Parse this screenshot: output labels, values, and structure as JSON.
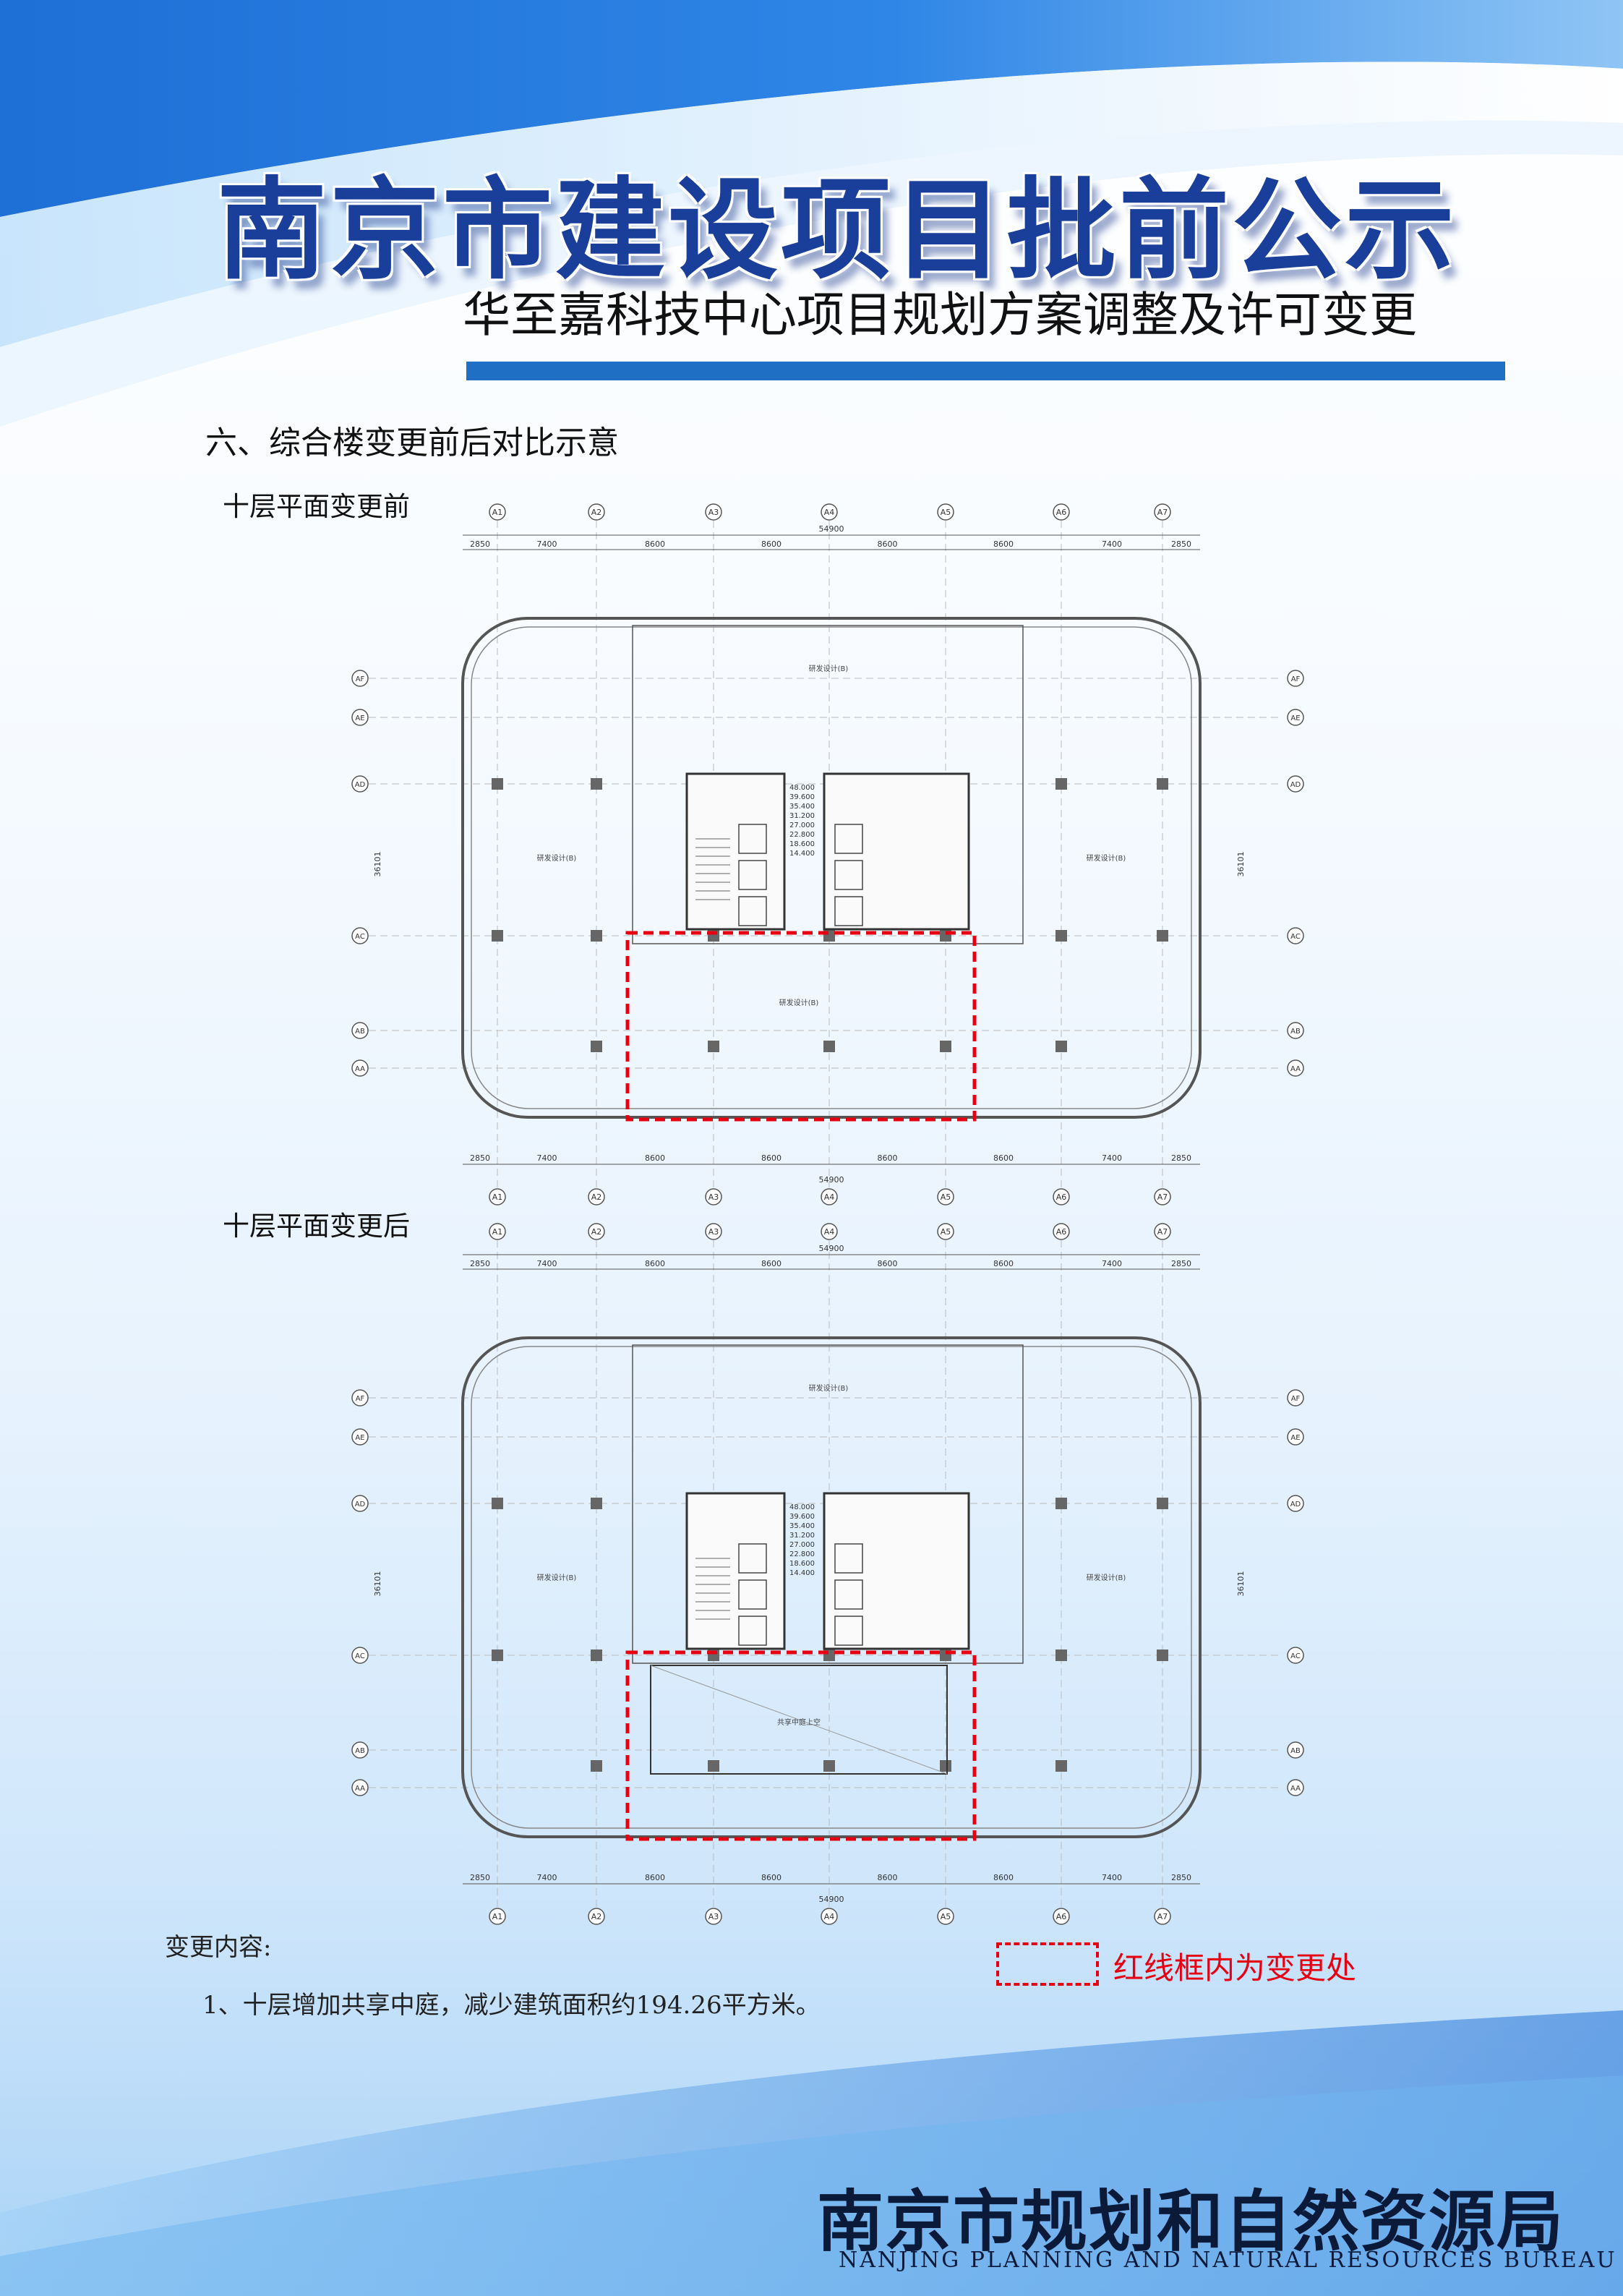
{
  "header": {
    "title": "南京市建设项目批前公示",
    "subtitle": "华至嘉科技中心项目规划方案调整及许可变更"
  },
  "section": {
    "heading": "六、综合楼变更前后对比示意"
  },
  "plans": {
    "before": {
      "label": "十层平面变更前",
      "total_dim": "54900",
      "side_dim": "36101",
      "bays": [
        "7400",
        "8600",
        "8600",
        "8600",
        "8600",
        "7400"
      ],
      "edge_dims": [
        "2850",
        "2850"
      ],
      "col_axes": [
        "A1",
        "A2",
        "A3",
        "A4",
        "A5",
        "A6",
        "A7"
      ],
      "row_axes": [
        "AF",
        "AE",
        "AD",
        "AC",
        "AB",
        "AA"
      ],
      "core_levels": [
        "48.000",
        "39.600",
        "35.400",
        "31.200",
        "27.000",
        "22.800",
        "18.600",
        "14.400"
      ],
      "room_label": "研发设计(B)",
      "changed_label": "研发设计(B)"
    },
    "after": {
      "label": "十层平面变更后",
      "total_dim": "54900",
      "side_dim": "36101",
      "bays": [
        "7400",
        "8600",
        "8600",
        "8600",
        "8600",
        "7400"
      ],
      "edge_dims": [
        "2850",
        "2850"
      ],
      "col_axes": [
        "A1",
        "A2",
        "A3",
        "A4",
        "A5",
        "A6",
        "A7"
      ],
      "row_axes": [
        "AF",
        "AE",
        "AD",
        "AC",
        "AB",
        "AA"
      ],
      "core_levels": [
        "48.000",
        "39.600",
        "35.400",
        "31.200",
        "27.000",
        "22.800",
        "18.600",
        "14.400"
      ],
      "room_label": "研发设计(B)",
      "changed_label": "共享中庭上空"
    }
  },
  "changes": {
    "heading": "变更内容:",
    "items": [
      "1、十层增加共享中庭，减少建筑面积约194.26平方米。"
    ]
  },
  "legend": {
    "text": "红线框内为变更处",
    "color": "#e60012"
  },
  "footer": {
    "bureau_cn": "南京市规划和自然资源局",
    "bureau_en": "NANJING PLANNING AND NATURAL RESOURCES BUREAU"
  },
  "colors": {
    "title": "#1a3f9a",
    "rule": "#1f6fc4",
    "plan_line": "#555555"
  }
}
